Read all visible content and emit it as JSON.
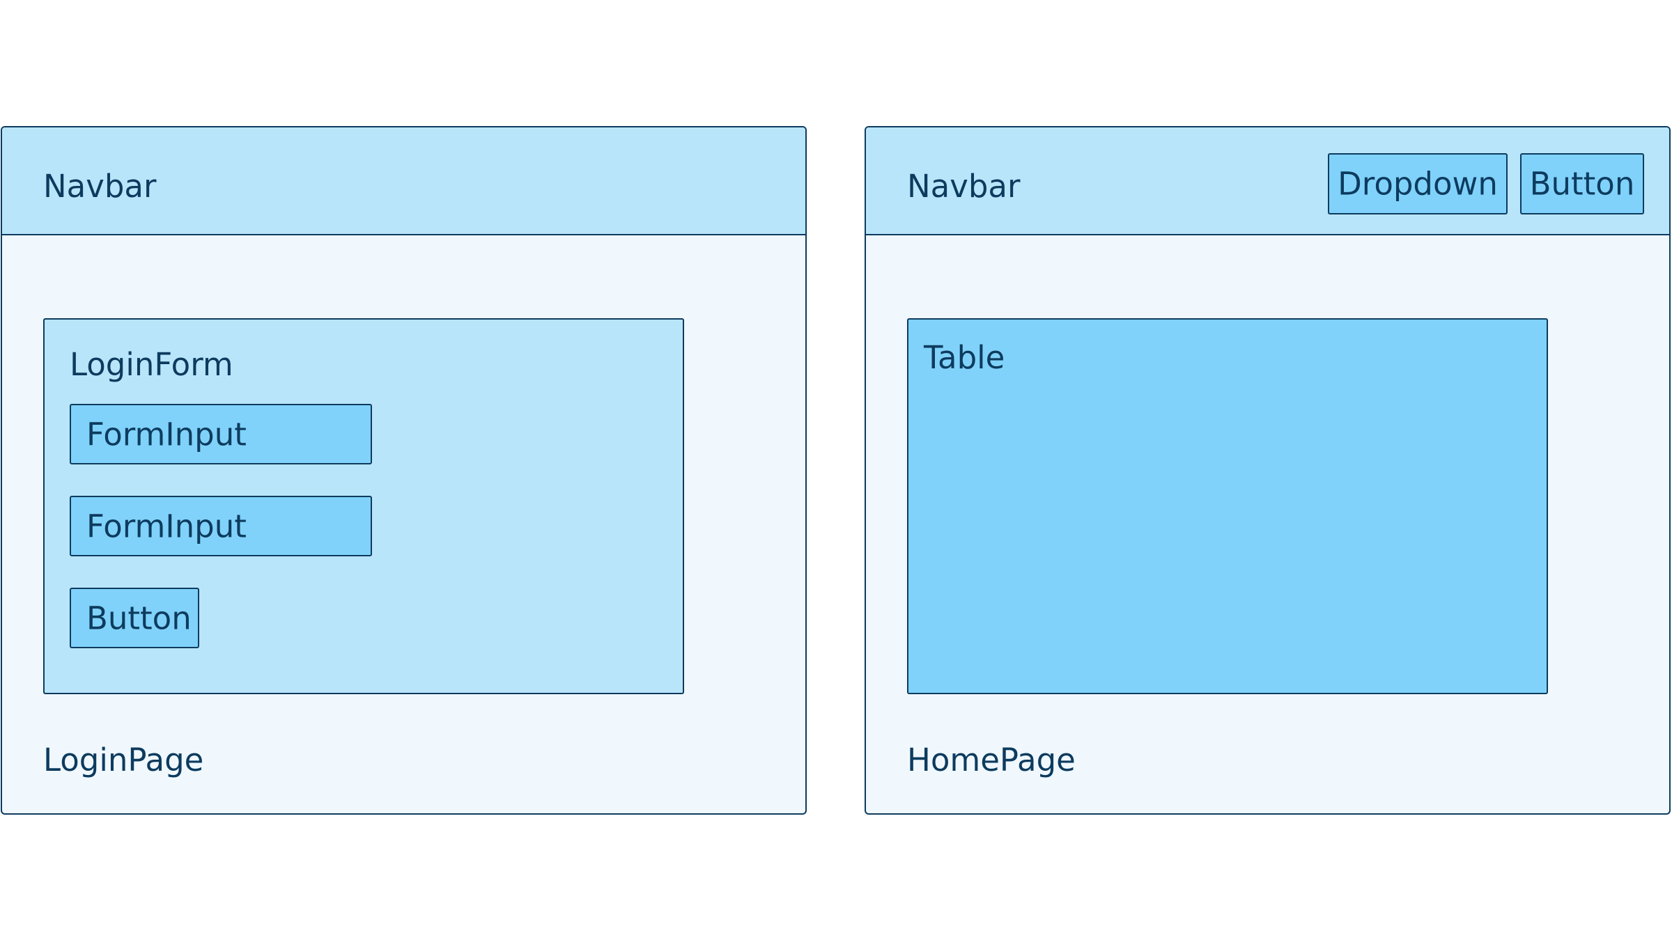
{
  "login_page": {
    "label": "LoginPage",
    "navbar": {
      "label": "Navbar"
    },
    "login_form": {
      "label": "LoginForm",
      "inputs": [
        {
          "label": "FormInput"
        },
        {
          "label": "FormInput"
        }
      ],
      "button": {
        "label": "Button"
      }
    }
  },
  "home_page": {
    "label": "HomePage",
    "navbar": {
      "label": "Navbar",
      "dropdown": {
        "label": "Dropdown"
      },
      "button": {
        "label": "Button"
      }
    },
    "table": {
      "label": "Table"
    }
  },
  "colors": {
    "border": "#0d3b5e",
    "page_fill": "#f0f8fe",
    "component_fill": "#b9e5fb",
    "leaf_fill": "#80d2fa"
  }
}
